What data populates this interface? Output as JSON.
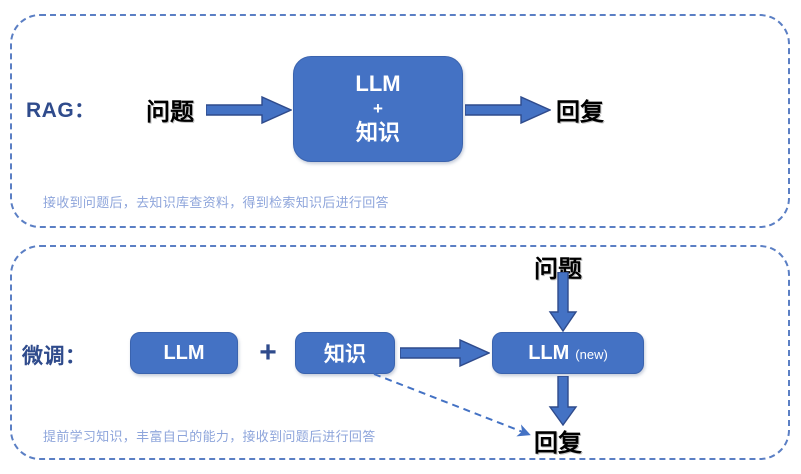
{
  "diagram": {
    "title_implicit": "RAG vs 微调 对比示意图",
    "colors": {
      "box_fill": "#4472C4",
      "box_border": "#3A63AE",
      "panel_border": "#5B7FC4",
      "row_label": "#2F4B8C",
      "caption": "#8EA5DB",
      "term_text": "#000000",
      "arrow_fill": "#4472C4",
      "arrow_stroke": "#2F4B8C"
    }
  },
  "rag_section": {
    "row_label": "RAG：",
    "question": "问题",
    "reply": "回复",
    "model_box": {
      "line1": "LLM",
      "plus": "+",
      "line2": "知识"
    },
    "arrows": [
      {
        "name": "question-to-model",
        "direction": "right"
      },
      {
        "name": "model-to-reply",
        "direction": "right"
      }
    ],
    "caption": "接收到问题后，去知识库查资料，得到检索知识后进行回答"
  },
  "finetune_section": {
    "row_label": "微调：",
    "question": "问题",
    "reply": "回复",
    "base_model_box": "LLM",
    "plus": "+",
    "knowledge_box": "知识",
    "new_model_box": {
      "main": "LLM",
      "sub": "(new)"
    },
    "arrows": [
      {
        "name": "knowledge-to-new-model",
        "direction": "right",
        "style": "solid"
      },
      {
        "name": "question-into-new-model",
        "direction": "down",
        "style": "solid"
      },
      {
        "name": "new-model-to-reply",
        "direction": "down",
        "style": "solid"
      },
      {
        "name": "knowledge-to-reply",
        "direction": "diagonal-down-right",
        "style": "dashed"
      }
    ],
    "caption": "提前学习知识，丰富自己的能力，接收到问题后进行回答"
  }
}
